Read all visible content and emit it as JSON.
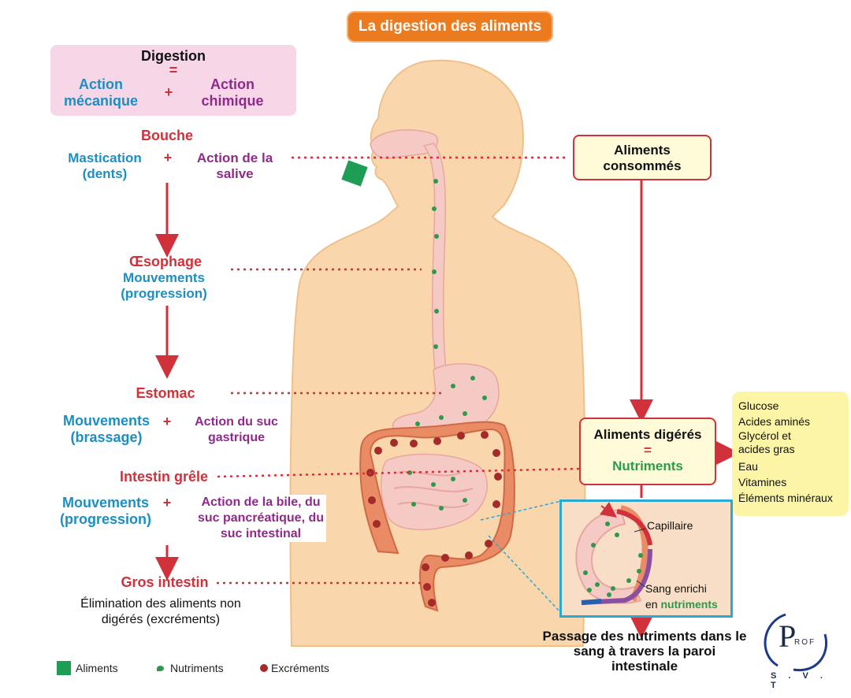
{
  "title": "La digestion des aliments",
  "definition": {
    "heading": "Digestion",
    "equals": "=",
    "left": "Action mécanique",
    "plus": "+",
    "right": "Action chimique"
  },
  "stages": {
    "bouche": {
      "name": "Bouche",
      "mechanical": "Mastication (dents)",
      "plus": "+",
      "chemical": "Action de la salive"
    },
    "oesophage": {
      "name": "Œsophage",
      "mechanical": "Mouvements (progression)"
    },
    "estomac": {
      "name": "Estomac",
      "mechanical": "Mouvements (brassage)",
      "plus": "+",
      "chemical": "Action du suc gastrique"
    },
    "intestin_grele": {
      "name": "Intestin grêle",
      "mechanical": "Mouvements (progression)",
      "plus": "+",
      "chemical": "Action de la bile, du suc pancréatique, du suc intestinal"
    },
    "gros_intestin": {
      "name": "Gros intestin",
      "note": "Élimination des aliments non digérés (excréments)"
    }
  },
  "right_panel": {
    "consumed": "Aliments consommés",
    "digested_top": "Aliments digérés",
    "digested_equals": "=",
    "digested_bottom": "Nutriments",
    "nutrients": [
      "Glucose",
      "Acides aminés",
      "Glycérol et acides gras",
      "Eau",
      "Vitamines",
      "Éléments minéraux"
    ],
    "zoom_capillary": "Capillaire",
    "zoom_blood_prefix": "Sang enrichi",
    "zoom_blood_en": "en",
    "zoom_blood_nutriments": "nutriments",
    "passage": "Passage des nutriments dans le sang à travers la paroi intestinale"
  },
  "legend": {
    "aliments": "Aliments",
    "nutriments": "Nutriments",
    "excrements": "Excréments"
  },
  "logo": {
    "letter": "P",
    "small": "ROF",
    "bottom": "S . V . T"
  },
  "colors": {
    "title_bg": "#ec7a1f",
    "stage_red": "#d0313b",
    "mechanical_blue": "#1b8fc2",
    "chemical_purple": "#8e2a8a",
    "nutrient_green": "#2d9a4a",
    "skin": "#f9d6ac",
    "excrement": "#a52a2a"
  }
}
